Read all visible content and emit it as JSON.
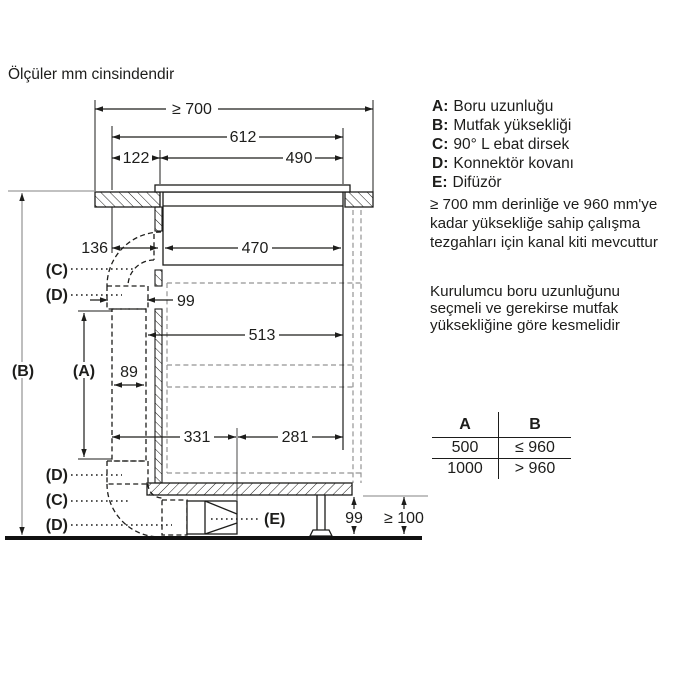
{
  "title": "Ölçüler mm cinsindendir",
  "legend": {
    "items": [
      {
        "key": "A:",
        "text": "Boru uzunluğu"
      },
      {
        "key": "B:",
        "text": "Mutfak yüksekliği"
      },
      {
        "key": "C:",
        "text": "90° L ebat dirsek"
      },
      {
        "key": "D:",
        "text": "Konnektör kovanı"
      },
      {
        "key": "E:",
        "text": "Difüzör"
      }
    ]
  },
  "notes": {
    "duct_kit_lines": [
      "≥ 700 mm derinliğe ve 960 mm'ye",
      "kadar yüksekliğe sahip çalışma",
      "tezgahları için kanal kiti mevcuttur"
    ],
    "installer_lines": [
      "Kurulumcu boru uzunluğunu",
      "seçmeli ve gerekirse mutfak",
      "yüksekliğine göre kesmelidir"
    ]
  },
  "table": {
    "headers": [
      "A",
      "B"
    ],
    "rows": [
      [
        "500",
        "≤ 960"
      ],
      [
        "1000",
        "> 960"
      ]
    ]
  },
  "dimensions": {
    "depth_min": "≥ 700",
    "width_total": "612",
    "offset_left": "122",
    "width_right": "490",
    "clearance_left": "136",
    "hob_width": "470",
    "connector_width": "99",
    "cabinet_width": "513",
    "duct_width": "89",
    "left_span": "331",
    "right_span": "281",
    "plinth_duct": "99",
    "plinth_min": "≥ 100"
  },
  "labels": {
    "a": "(A)",
    "b": "(B)",
    "c": "(C)",
    "d": "(D)",
    "e": "(E)"
  }
}
